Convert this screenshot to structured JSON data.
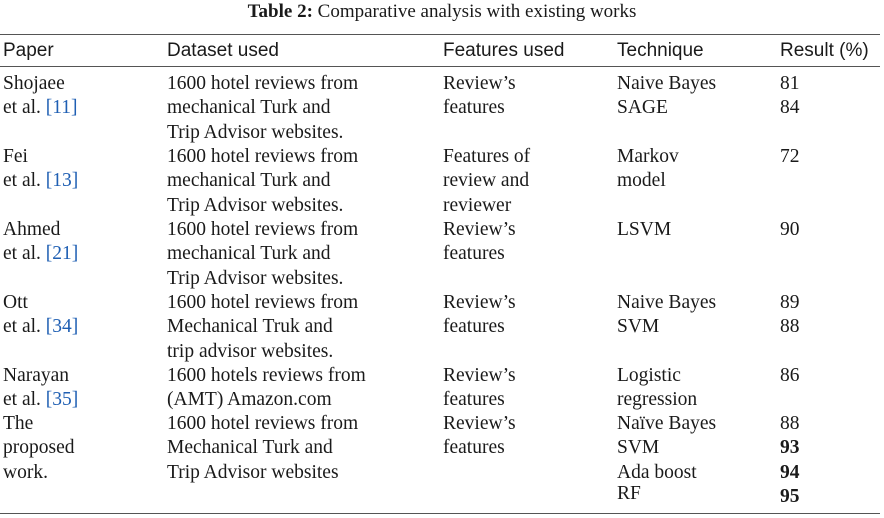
{
  "caption": {
    "label": "Table 2:",
    "text": "Comparative analysis with existing works"
  },
  "columns": [
    "Paper",
    "Dataset used",
    "Features used",
    "Technique",
    "Result (%)"
  ],
  "rows": [
    {
      "paper": [
        "Shojaee",
        "et al. "
      ],
      "cite": "[11]",
      "dataset": [
        "1600 hotel reviews from",
        "mechanical Turk and",
        "Trip Advisor websites."
      ],
      "features": [
        "Review’s",
        "features"
      ],
      "technique": [
        "Naive Bayes",
        "SAGE"
      ],
      "result": [
        "81",
        "84"
      ]
    },
    {
      "paper": [
        "Fei",
        "et al. "
      ],
      "cite": "[13]",
      "dataset": [
        "1600 hotel reviews from",
        "mechanical Turk and",
        "Trip Advisor websites."
      ],
      "features": [
        "Features of",
        "review and",
        "reviewer"
      ],
      "technique": [
        "Markov",
        "model"
      ],
      "result": [
        "72"
      ]
    },
    {
      "paper": [
        "Ahmed",
        "et al. "
      ],
      "cite": "[21]",
      "dataset": [
        "1600 hotel reviews from",
        "mechanical Turk and",
        "Trip Advisor websites."
      ],
      "features": [
        "Review’s",
        "features"
      ],
      "technique": [
        "LSVM"
      ],
      "result": [
        "90"
      ]
    },
    {
      "paper": [
        "Ott",
        "et al. "
      ],
      "cite": "[34]",
      "dataset": [
        "1600 hotel reviews from",
        "Mechanical Truk and",
        "trip advisor websites."
      ],
      "features": [
        "Review’s",
        "features"
      ],
      "technique": [
        "Naive Bayes",
        "SVM"
      ],
      "result": [
        "89",
        "88"
      ]
    },
    {
      "paper": [
        "Narayan",
        "et al. "
      ],
      "cite": "[35]",
      "dataset": [
        "1600 hotels reviews from",
        "(AMT) Amazon.com"
      ],
      "features": [
        "Review’s",
        "features"
      ],
      "technique": [
        "Logistic",
        "regression"
      ],
      "result": [
        "86"
      ]
    },
    {
      "paper": [
        "The",
        "proposed",
        "work."
      ],
      "dataset": [
        "1600 hotel reviews from",
        "Mechanical Turk and",
        "Trip Advisor websites"
      ],
      "features": [
        "Review’s",
        "features"
      ],
      "technique": [
        "Naïve Bayes",
        "SVM",
        "Ada boost",
        "RF"
      ],
      "result": [
        "88",
        "93",
        "94",
        "95"
      ]
    }
  ]
}
